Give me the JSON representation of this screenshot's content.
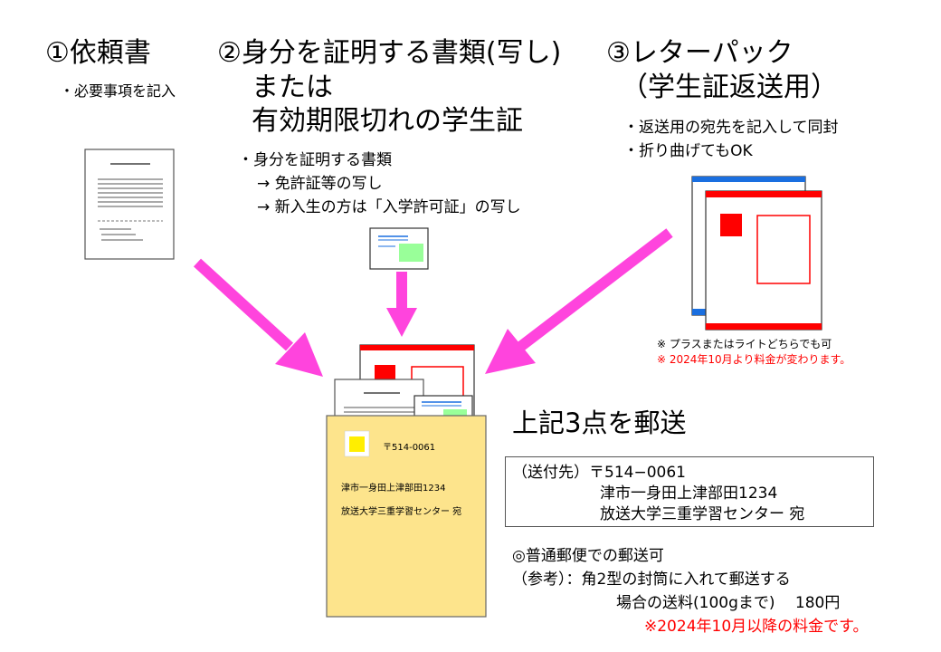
{
  "item1": {
    "title": "①依頼書",
    "note": "・必要事項を記入"
  },
  "item2": {
    "title_line1": "②身分を証明する書類(写し)",
    "title_line2": "または",
    "title_line3": "有効期限切れの学生証",
    "note_line1": "・身分を証明する書類",
    "note_line2": "→ 免許証等の写し",
    "note_line3": "→ 新入生の方は「入学許可証」の写し"
  },
  "item3": {
    "title_line1": "③レターパック",
    "title_line2": "（学生証返送用）",
    "note_line1": "・返送用の宛先を記入して同封",
    "note_line2": "・折り曲げてもOK",
    "footnote1": "※ プラスまたはライトどちらでも可",
    "footnote2": "※ 2024年10月より料金が変わります。"
  },
  "envelope": {
    "postal": "〒514-0061",
    "address": "津市一身田上津部田1234",
    "recipient": "放送大学三重学習センター 宛"
  },
  "mail": {
    "heading": "上記3点を郵送",
    "dest_label": "（送付先）〒514−0061",
    "dest_line2": "津市一身田上津部田1234",
    "dest_line3": "放送大学三重学習センター 宛",
    "regular_mail": "◎普通郵便での郵送可",
    "ref_line1": "（参考）：角2型の封筒に入れて郵送する",
    "ref_line2": "場合の送料(100gまで)　 180円",
    "ref_note": "※2024年10月以降の料金です。"
  },
  "colors": {
    "arrow": "#ff44dd",
    "letterpack_red": "#ff0000",
    "letterpack_blue": "#1a6fe0",
    "envelope_fill": "#fde48c",
    "stamp_yellow": "#ffee00",
    "card_green": "#99ff99"
  }
}
